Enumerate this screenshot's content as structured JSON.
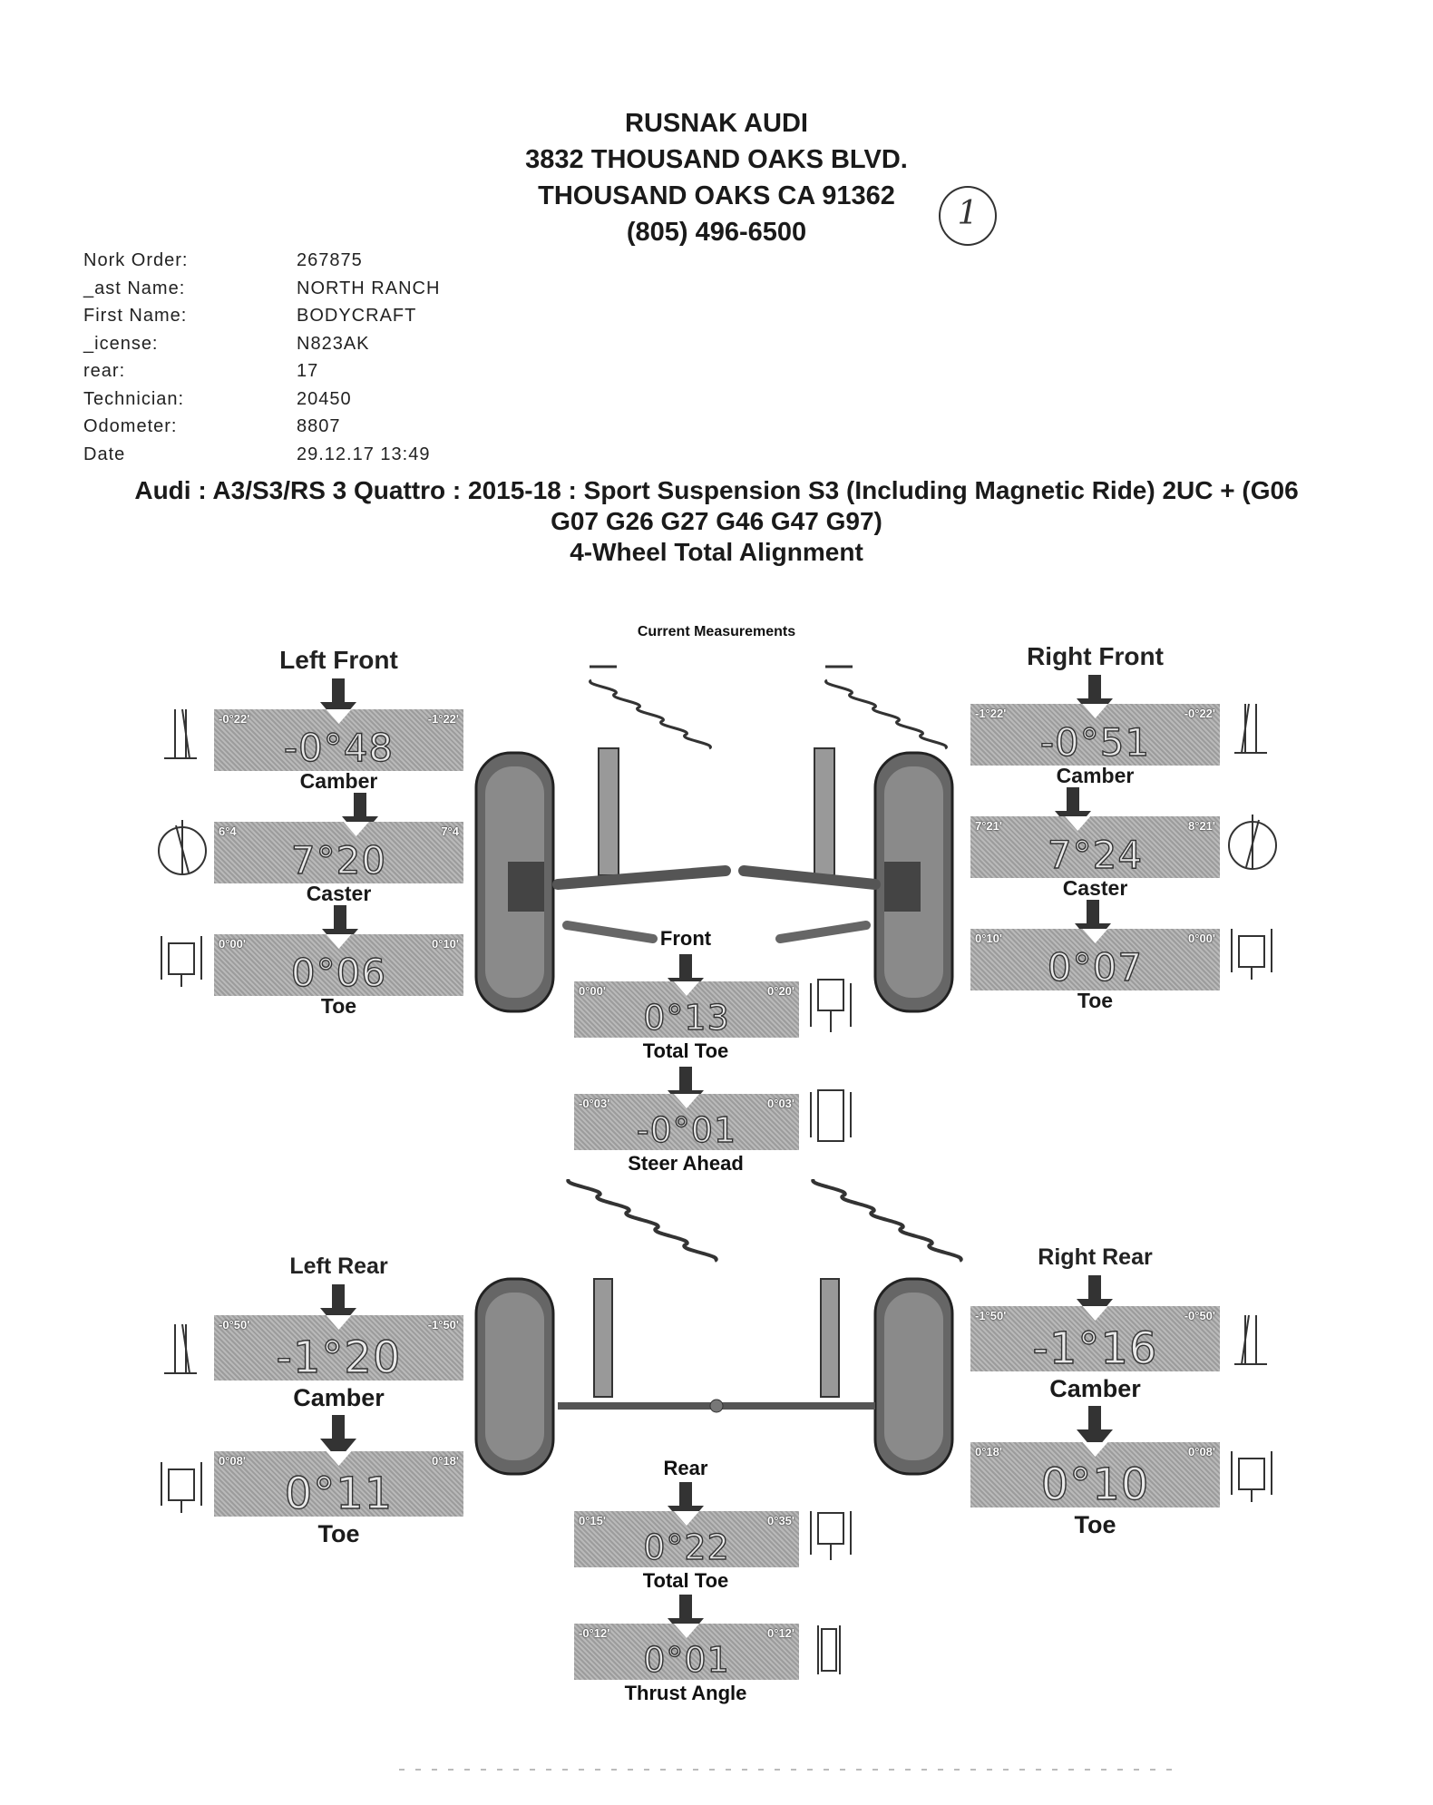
{
  "header": {
    "dealer": "RUSNAK AUDI",
    "address": "3832 THOUSAND OAKS BLVD.",
    "city": "THOUSAND OAKS CA 91362",
    "phone": "(805) 496-6500"
  },
  "handwritten_mark": "1",
  "info": [
    {
      "label": "Nork Order:",
      "value": "267875"
    },
    {
      "label": "_ast Name:",
      "value": "NORTH RANCH"
    },
    {
      "label": "First Name:",
      "value": "BODYCRAFT"
    },
    {
      "label": "_icense:",
      "value": "N823AK"
    },
    {
      "label": "rear:",
      "value": "17"
    },
    {
      "label": "Technician:",
      "value": "20450"
    },
    {
      "label": "Odometer:",
      "value": "8807"
    },
    {
      "label": "Date",
      "value": "29.12.17 13:49"
    }
  ],
  "vehicle": {
    "line1": "Audi : A3/S3/RS 3 Quattro : 2015-18 : Sport Suspension S3 (Including Magnetic Ride) 2UC + (G06",
    "line2": "G07 G26 G27 G46 G47 G97)",
    "line3": "4-Wheel Total Alignment"
  },
  "current_measurements": "Current Measurements",
  "left_front": {
    "title": "Left Front",
    "camber": {
      "label": "Camber",
      "min": "-0°22'",
      "max": "-1°22'",
      "value": "-0°48"
    },
    "caster": {
      "label": "Caster",
      "min": "6°4",
      "max": "7°4",
      "value": "7°20"
    },
    "toe": {
      "label": "Toe",
      "min": "0°00'",
      "max": "0°10'",
      "value": "0°06"
    }
  },
  "right_front": {
    "title": "Right Front",
    "camber": {
      "label": "Camber",
      "min": "-1°22'",
      "max": "-0°22'",
      "value": "-0°51"
    },
    "caster": {
      "label": "Caster",
      "min": "7°21'",
      "max": "8°21'",
      "value": "7°24"
    },
    "toe": {
      "label": "Toe",
      "min": "0°10'",
      "max": "0°00'",
      "value": "0°07"
    }
  },
  "front": {
    "title": "Front",
    "total_toe": {
      "label": "Total Toe",
      "min": "0°00'",
      "max": "0°20'",
      "value": "0°13"
    },
    "steer_ahead": {
      "label": "Steer Ahead",
      "min": "-0°03'",
      "max": "0°03'",
      "value": "-0°01"
    }
  },
  "left_rear": {
    "title": "Left Rear",
    "camber": {
      "label": "Camber",
      "min": "-0°50'",
      "max": "-1°50'",
      "value": "-1°20"
    },
    "toe": {
      "label": "Toe",
      "min": "0°08'",
      "max": "0°18'",
      "value": "0°11"
    }
  },
  "right_rear": {
    "title": "Right Rear",
    "camber": {
      "label": "Camber",
      "min": "-1°50'",
      "max": "-0°50'",
      "value": "-1°16"
    },
    "toe": {
      "label": "Toe",
      "min": "0°18'",
      "max": "0°08'",
      "value": "0°10"
    }
  },
  "rear": {
    "title": "Rear",
    "total_toe": {
      "label": "Total Toe",
      "min": "0°15'",
      "max": "0°35'",
      "value": "0°22"
    },
    "thrust_angle": {
      "label": "Thrust Angle",
      "min": "-0°12'",
      "max": "0°12'",
      "value": "0°01"
    }
  },
  "colors": {
    "gauge": "#a9a9a9",
    "text": "#1a1a1a"
  }
}
